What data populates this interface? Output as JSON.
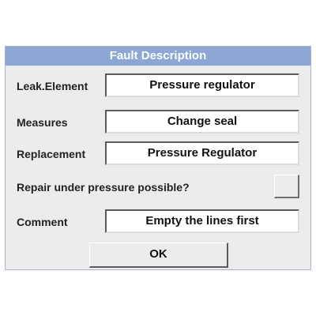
{
  "dialog": {
    "title": "Fault Description",
    "colors": {
      "titlebar": "#8da6d6",
      "panel": "#ececec",
      "field": "#ffffff"
    }
  },
  "fields": {
    "leak_element": {
      "label": "Leak.Element",
      "value": "Pressure regulator"
    },
    "measures": {
      "label": "Measures",
      "value": "Change seal"
    },
    "replacement": {
      "label": "Replacement",
      "value": "Pressure Regulator"
    },
    "repair_under_pressure": {
      "label": "Repair under pressure possible?",
      "checked": false
    },
    "comment": {
      "label": "Comment",
      "value": "Empty the lines first"
    }
  },
  "buttons": {
    "ok_label": "OK"
  }
}
